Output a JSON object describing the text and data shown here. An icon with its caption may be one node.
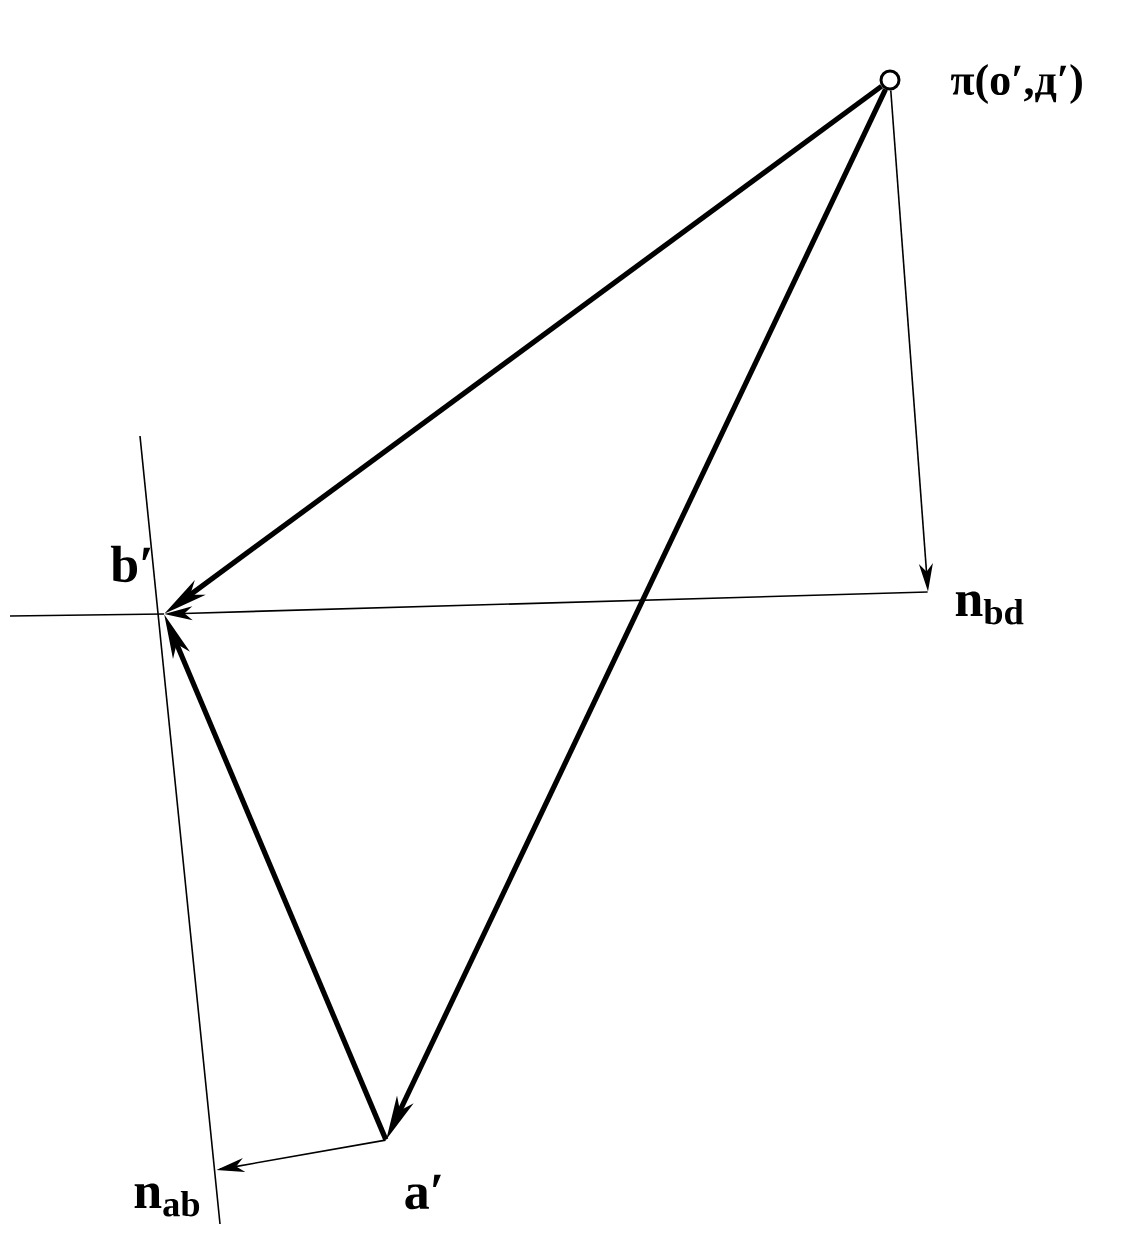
{
  "diagram": {
    "nodes": [
      {
        "text": [],
        "shape": "circle",
        "beside": [
          "π(o′,д′)"
        ]
      },
      {
        "text": [],
        "shape": "point",
        "beside": [
          "b′"
        ]
      },
      {
        "text": [],
        "shape": "point",
        "beside": [
          "n$_{bd}$"
        ]
      },
      {
        "text": [],
        "shape": "point",
        "beside": [
          "a′"
        ]
      },
      {
        "text": [],
        "shape": "point",
        "beside": [
          "n$_{ab}$"
        ]
      }
    ],
    "edges": [
      {
        "from": 0,
        "to": 1,
        "arrow": "to",
        "style": "thick"
      },
      {
        "from": 0,
        "to": 3,
        "arrow": "to",
        "style": "thick"
      },
      {
        "from": 3,
        "to": 1,
        "arrow": "to",
        "style": "thick"
      },
      {
        "from": 2,
        "to": 1,
        "arrow": "to"
      },
      {
        "from": 0,
        "to": 2,
        "arrow": "to"
      },
      {
        "from": 3,
        "to": 4,
        "arrow": "to"
      }
    ]
  }
}
